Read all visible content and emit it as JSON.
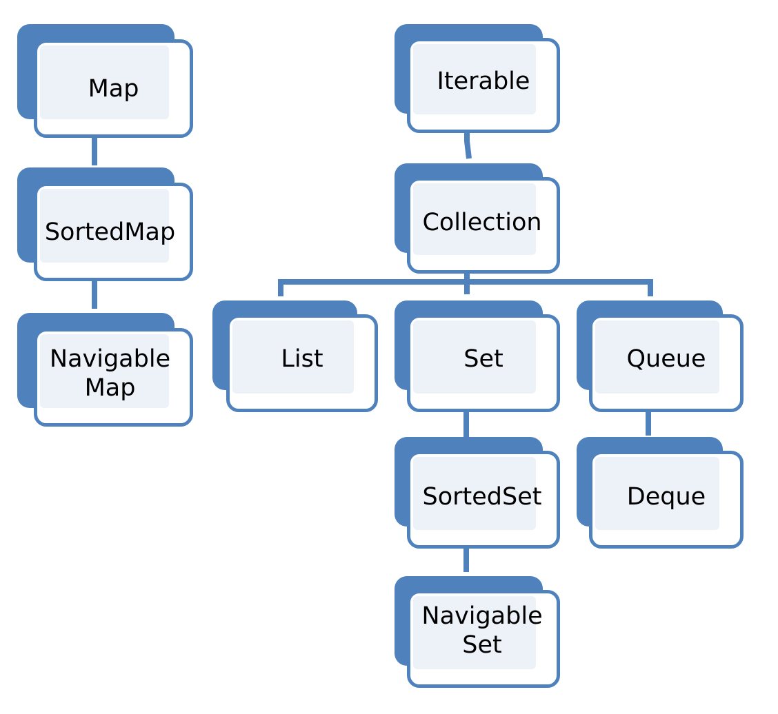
{
  "diagram": {
    "colors": {
      "accent": "#4f81bd",
      "fill": "#edf2f9",
      "text": "#000000"
    },
    "nodes": {
      "map": "Map",
      "sorted_map": "SortedMap",
      "navigable_map": "Navigable\nMap",
      "iterable": "Iterable",
      "collection": "Collection",
      "list": "List",
      "set": "Set",
      "queue": "Queue",
      "sorted_set": "SortedSet",
      "deque": "Deque",
      "navigable_set": "Navigable\nSet"
    }
  }
}
